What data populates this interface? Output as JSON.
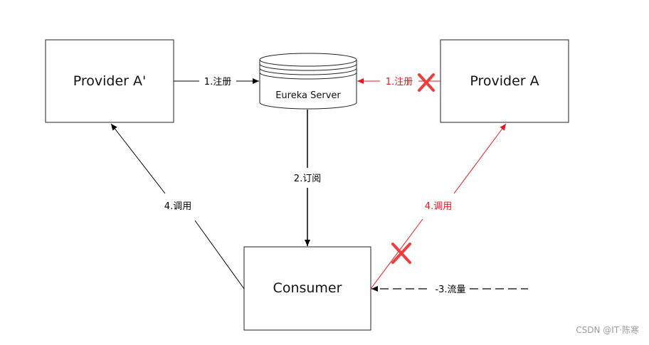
{
  "nodes": {
    "provider_a_prime": "Provider A'",
    "eureka_server": "Eureka Server",
    "provider_a": "Provider A",
    "consumer": "Consumer"
  },
  "edges": {
    "register_a_prime": "1.注册",
    "register_a": "1.注册",
    "subscribe": "2.订阅",
    "traffic": "-3.流量",
    "invoke_a_prime": "4.调用",
    "invoke_a": "4.调用"
  },
  "colors": {
    "normal": "#000000",
    "failed": "#e8141c",
    "cross": "#f03c3c"
  },
  "watermark": "CSDN @IT·陈寒"
}
